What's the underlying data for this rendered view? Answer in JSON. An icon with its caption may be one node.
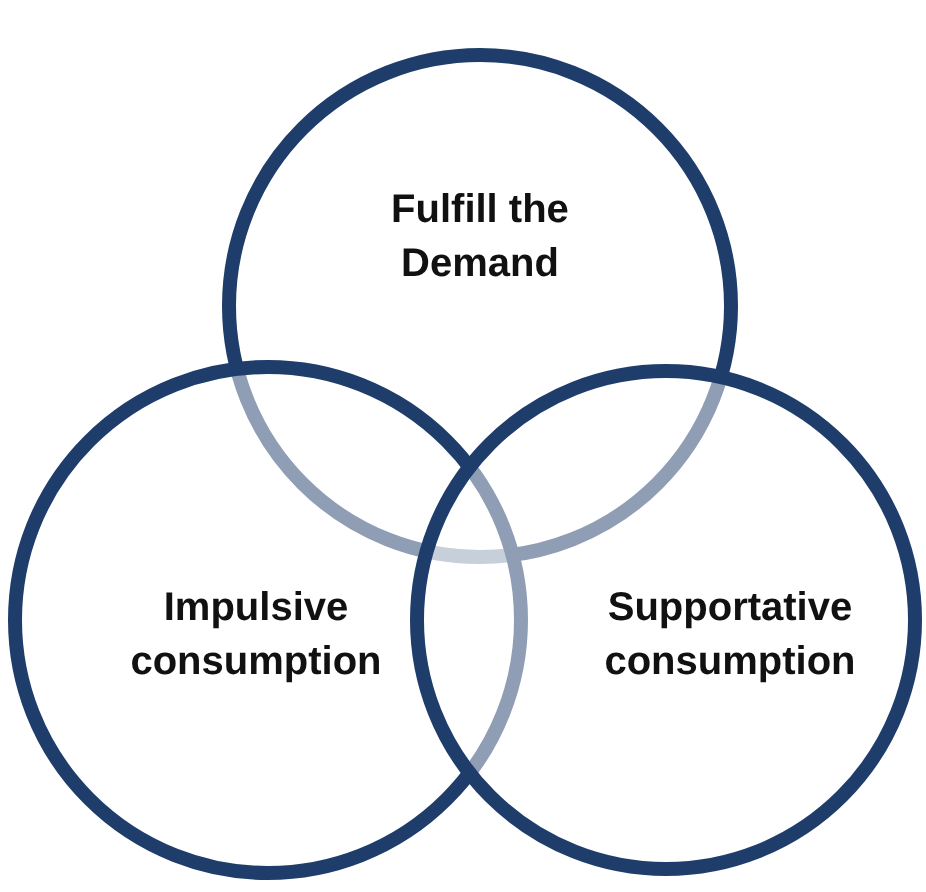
{
  "diagram": {
    "nodes": [
      {
        "text": [
          "Fulfill the Demand"
        ]
      },
      {
        "text": [
          "Impulsive consumption"
        ]
      },
      {
        "text": [
          "Supportative consumption"
        ]
      }
    ]
  }
}
